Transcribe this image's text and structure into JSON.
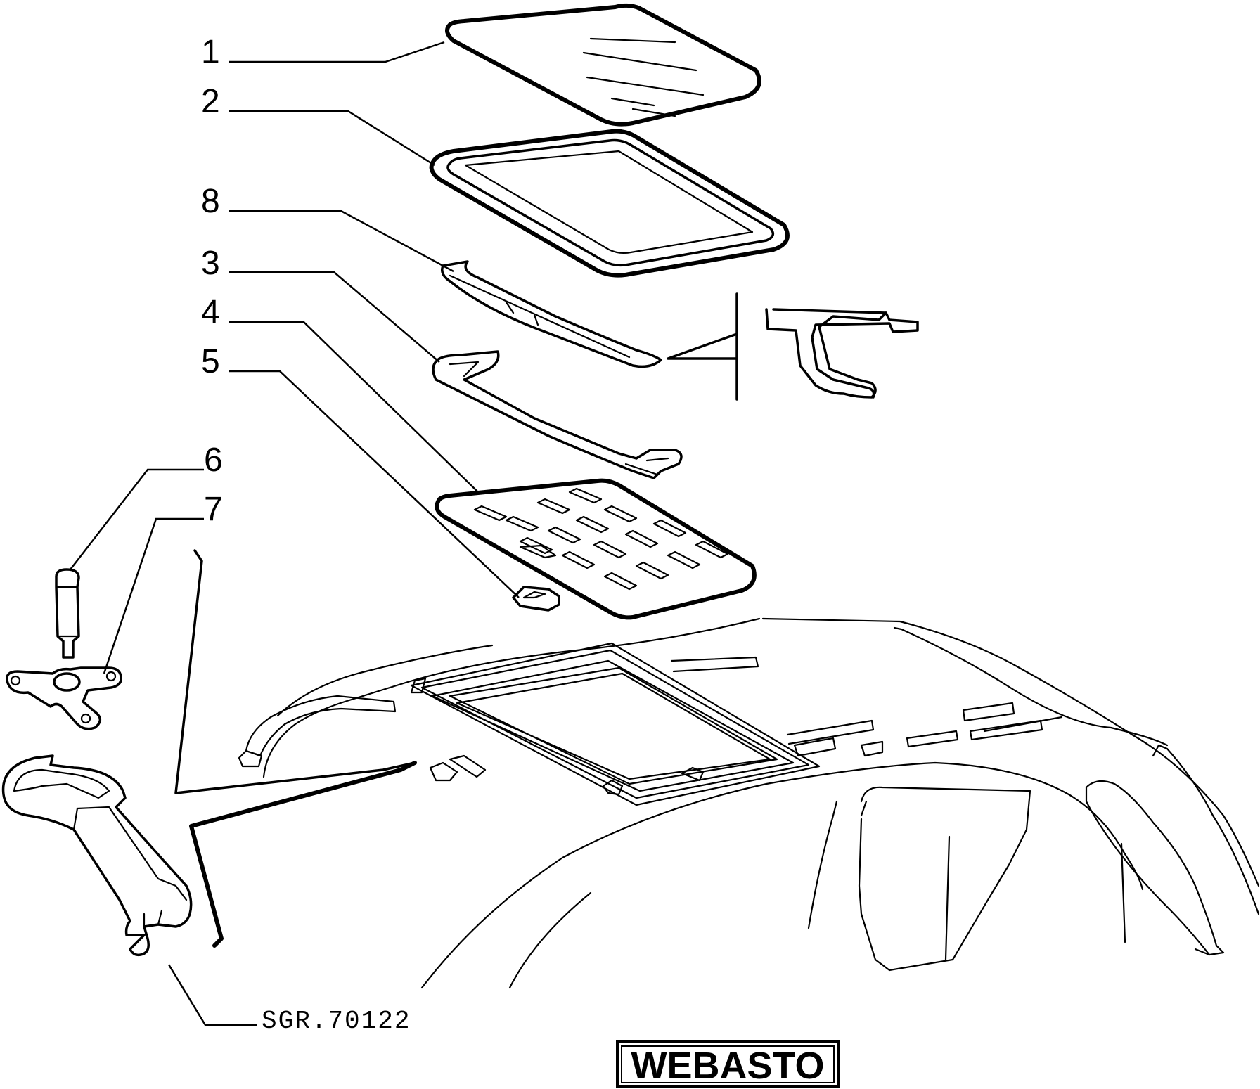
{
  "callouts": {
    "c1": "1",
    "c2": "2",
    "c8": "8",
    "c3": "3",
    "c4": "4",
    "c5": "5",
    "c6": "6",
    "c7": "7"
  },
  "reference_code": "SGR.70122",
  "brand_label": "WEBASTO"
}
